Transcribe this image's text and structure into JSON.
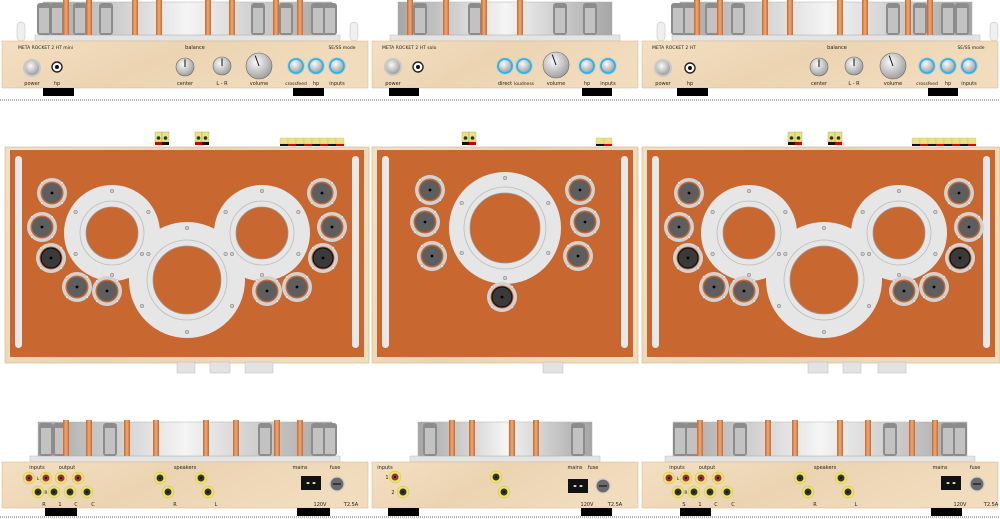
{
  "colors": {
    "chassis_orange": "#c8672f",
    "wood": "#efd9b9",
    "plate": "#e6e6e6",
    "led_blue": "#2ab4e6",
    "jack_yellow": "#ece56a",
    "rca_red": "#9a2d4a",
    "copper": "#d9864a"
  },
  "amp_left": {
    "front": {
      "model": "META ROCKET 2 HT mini",
      "power": "power",
      "hp": "hp",
      "balance": "balance",
      "center": "center",
      "lr": "L - R",
      "volume": "volume",
      "crossfeed": "crossfeed",
      "hp2": "hp",
      "inputs": "inputs",
      "mode": "SE/SS mode"
    },
    "rear": {
      "inputs": "inputs",
      "output": "output",
      "speakers": "speakers",
      "mains": "mains",
      "fuse": "fuse",
      "L": "L",
      "R": "R",
      "ch1": "R",
      "ch2": "1",
      "ch3": "C",
      "ch4": "C",
      "spkR": "R",
      "spkL": "L",
      "voltage": "120V",
      "fuse_rating": "T2.5A"
    }
  },
  "amp_mid": {
    "front": {
      "model": "META ROCKET 2 HT solo",
      "power": "power",
      "direct": "direct",
      "loudness": "loudness",
      "volume": "volume",
      "hp": "hp",
      "inputs": "inputs"
    },
    "rear": {
      "inputs": "inputs",
      "in1": "1",
      "in2": "2",
      "mains": "mains",
      "fuse": "fuse",
      "voltage": "120V",
      "fuse_rating": "T2.5A"
    }
  },
  "amp_right": {
    "front": {
      "model": "META ROCKET 2 HT",
      "power": "power",
      "hp": "hp",
      "balance": "balance",
      "center": "center",
      "lr": "L - R",
      "volume": "volume",
      "crossfeed": "crossfeed",
      "hp2": "hp",
      "inputs": "inputs",
      "mode": "SE/SS mode"
    },
    "rear": {
      "inputs": "inputs",
      "output": "output",
      "speakers": "speakers",
      "mains": "mains",
      "fuse": "fuse",
      "L": "L",
      "R": "R",
      "ch1": "S",
      "ch2": "1",
      "ch3": "C",
      "ch4": "C",
      "spkR": "R",
      "spkL": "L",
      "voltage": "120V",
      "fuse_rating": "T2.5A"
    }
  }
}
